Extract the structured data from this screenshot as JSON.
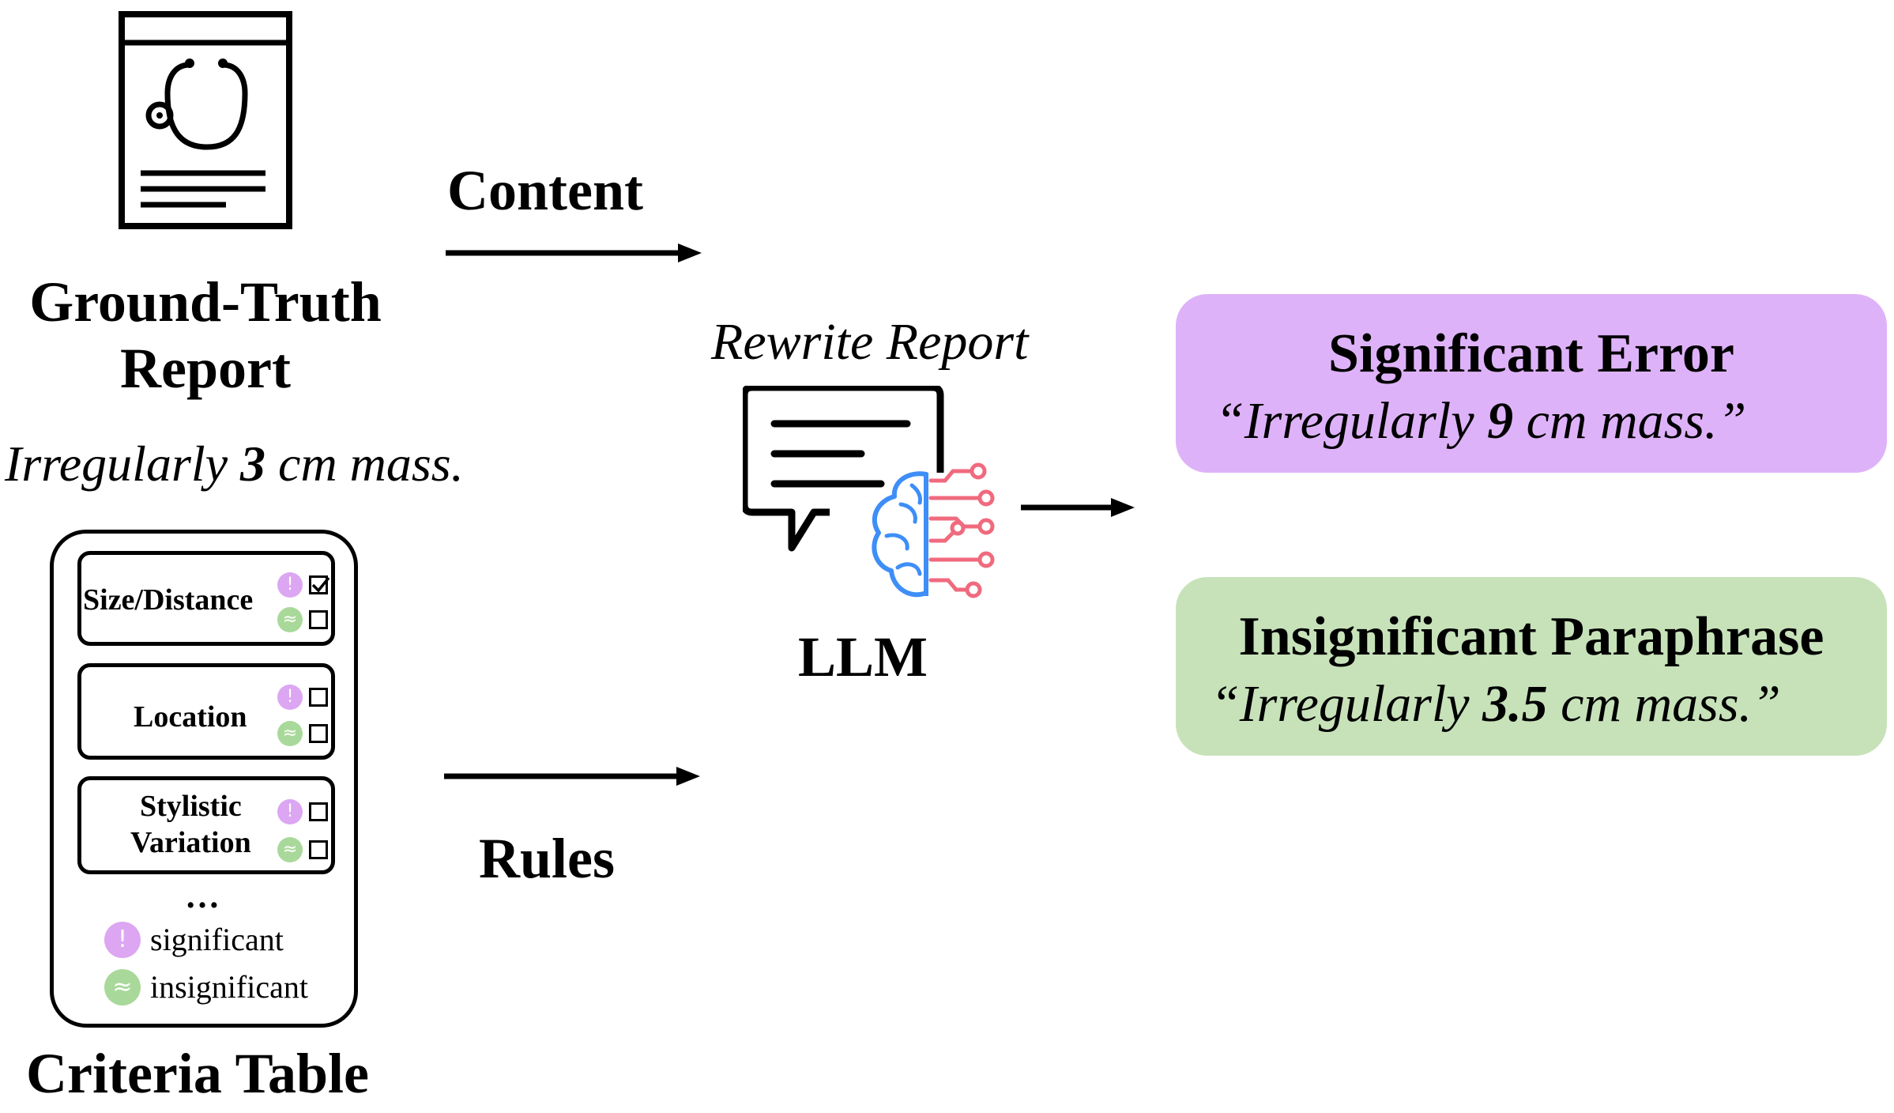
{
  "ground_truth": {
    "title_line1": "Ground-Truth",
    "title_line2": "Report",
    "sentence_pre": "Irregularly ",
    "sentence_num": "3",
    "sentence_post": " cm mass."
  },
  "criteria_table": {
    "title": "Criteria Table",
    "items": [
      {
        "line1": "Size/Distance",
        "line2": "",
        "significant_checked": true,
        "insignificant_checked": false
      },
      {
        "line1": "Location",
        "line2": "",
        "significant_checked": false,
        "insignificant_checked": false
      },
      {
        "line1": "Stylistic",
        "line2": "Variation",
        "significant_checked": false,
        "insignificant_checked": false
      }
    ],
    "ellipsis": "…",
    "legend": {
      "significant": {
        "symbol": "!",
        "label": "significant",
        "color": "#dca6f2"
      },
      "insignificant": {
        "symbol": "≈",
        "label": "insignificant",
        "color": "#a9d99a"
      }
    }
  },
  "arrows": {
    "content_label": "Content",
    "rules_label": "Rules"
  },
  "llm": {
    "task_label": "Rewrite Report",
    "label": "LLM",
    "brain_left_color": "#3e8ef7",
    "brain_right_color": "#f06a7e"
  },
  "outputs": {
    "significant": {
      "title": "Significant Error",
      "quote_pre": "“Irregularly ",
      "quote_num": "9",
      "quote_post": " cm mass.”",
      "color": "#deb2f9"
    },
    "insignificant": {
      "title": "Insignificant Paraphrase",
      "quote_pre": "“Irregularly ",
      "quote_num": "3.5",
      "quote_post": " cm mass.”",
      "color": "#c7e2b9"
    }
  }
}
